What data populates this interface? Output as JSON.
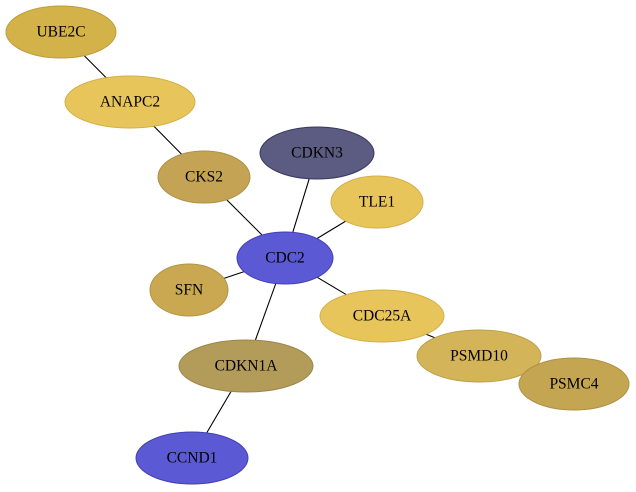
{
  "network": {
    "nodes": [
      {
        "id": "UBE2C",
        "label": "UBE2C",
        "fill": "#d4b24a",
        "stroke": "#bc9e3c"
      },
      {
        "id": "ANAPC2",
        "label": "ANAPC2",
        "fill": "#e8c55a",
        "stroke": "#d3b04a"
      },
      {
        "id": "CKS2",
        "label": "CKS2",
        "fill": "#c4a454",
        "stroke": "#ae9146"
      },
      {
        "id": "CDKN3",
        "label": "CDKN3",
        "fill": "#5c5c82",
        "stroke": "#393960"
      },
      {
        "id": "TLE1",
        "label": "TLE1",
        "fill": "#e8c55a",
        "stroke": "#d3b04a"
      },
      {
        "id": "CDC2",
        "label": "CDC2",
        "fill": "#5b59d4",
        "stroke": "#4240b4"
      },
      {
        "id": "SFN",
        "label": "SFN",
        "fill": "#c9a851",
        "stroke": "#b39443"
      },
      {
        "id": "CDC25A",
        "label": "CDC25A",
        "fill": "#e8c55a",
        "stroke": "#d3b04a"
      },
      {
        "id": "PSMD10",
        "label": "PSMD10",
        "fill": "#d4b458",
        "stroke": "#bda04a"
      },
      {
        "id": "PSMC4",
        "label": "PSMC4",
        "fill": "#c4a552",
        "stroke": "#ae9244"
      },
      {
        "id": "CDKN1A",
        "label": "CDKN1A",
        "fill": "#b39b5a",
        "stroke": "#9c864a"
      },
      {
        "id": "CCND1",
        "label": "CCND1",
        "fill": "#5b59d4",
        "stroke": "#4240b4"
      }
    ],
    "edges": [
      [
        "UBE2C",
        "ANAPC2"
      ],
      [
        "ANAPC2",
        "CKS2"
      ],
      [
        "CKS2",
        "CDC2"
      ],
      [
        "CDKN3",
        "CDC2"
      ],
      [
        "TLE1",
        "CDC2"
      ],
      [
        "SFN",
        "CDC2"
      ],
      [
        "CDC25A",
        "CDC2"
      ],
      [
        "CDKN1A",
        "CDC2"
      ],
      [
        "CDC25A",
        "PSMD10"
      ],
      [
        "PSMD10",
        "PSMC4"
      ],
      [
        "CDKN1A",
        "CCND1"
      ]
    ]
  }
}
